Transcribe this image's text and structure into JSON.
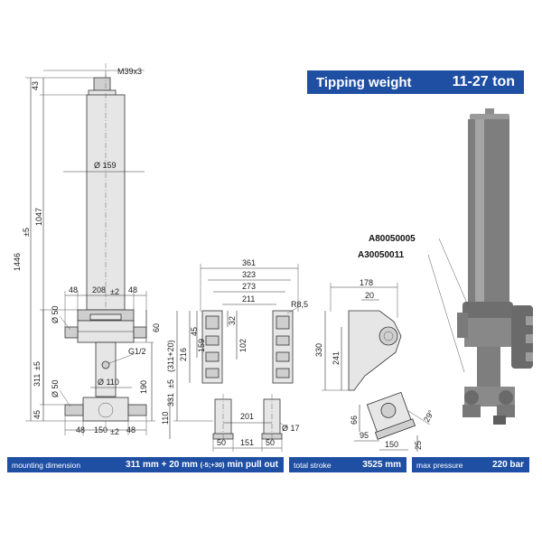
{
  "header": {
    "title": "Tipping weight",
    "range": "11-27 ton"
  },
  "part_numbers": {
    "primary": "A80050005",
    "secondary": "A30050011"
  },
  "dimensions": {
    "thread": "M39x3",
    "top": "43",
    "body_length": "1047",
    "total_length": "1446",
    "total_tol": "±5",
    "diameter": "Ø 159",
    "flange_left": "48",
    "flange_mid": "208",
    "flange_mid_tol": "±2",
    "flange_right": "48",
    "d50_upper": "Ø 50",
    "h60": "60",
    "port": "G1/2",
    "d110": "Ø 110",
    "len311": "311",
    "len311_tol": "±5",
    "h190": "190",
    "d50_lower": "Ø 50",
    "h45": "45",
    "base_left": "48",
    "base_mid": "150",
    "base_mid_tol": "±2",
    "base_right": "48",
    "w361": "361",
    "w323": "323",
    "w273": "273",
    "w211": "211",
    "r85": "R8,5",
    "h45b": "45",
    "h32": "32",
    "h159": "159",
    "h216": "216",
    "h102": "102",
    "h331": "331",
    "h331_tol": "±5",
    "h331_extra": "(311+20)",
    "h110": "110",
    "w201": "201",
    "d17": "Ø 17",
    "w50a": "50",
    "w151": "151",
    "w50b": "50",
    "w178": "178",
    "w20": "20",
    "h330": "330",
    "h241": "241",
    "h66": "66",
    "w95": "95",
    "w150b": "150",
    "angle": "29°",
    "h25": "25"
  },
  "footer": {
    "mounting_label": "mounting dimension",
    "mounting_value": "311 mm + 20 mm",
    "mounting_tol": "(-5;+30)",
    "mounting_suffix": "min pull out",
    "stroke_label": "total stroke",
    "stroke_value": "3525 mm",
    "pressure_label": "max pressure",
    "pressure_value": "220 bar"
  },
  "colors": {
    "banner": "#1f4fa3",
    "text_on_banner": "#ffffff"
  }
}
